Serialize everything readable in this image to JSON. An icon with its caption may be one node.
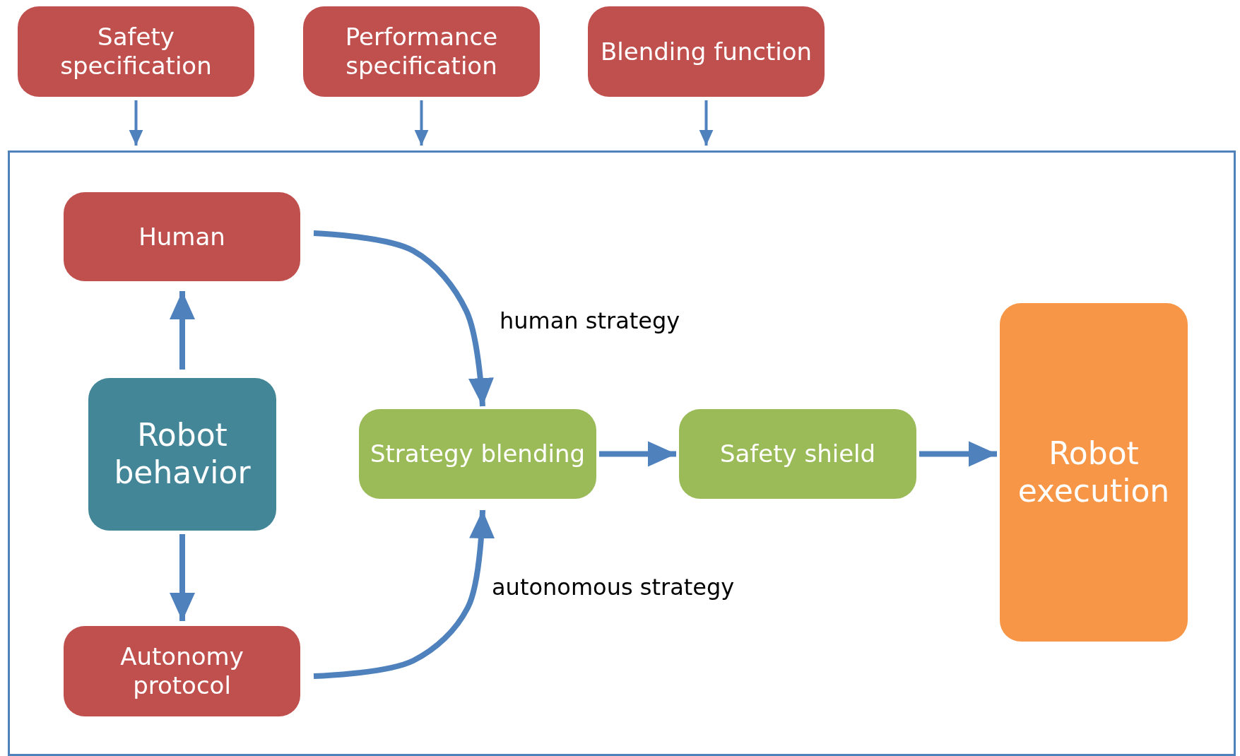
{
  "diagram": {
    "nodes": [
      {
        "text": [
          "Safety specification"
        ]
      },
      {
        "text": [
          "Performance specification"
        ]
      },
      {
        "text": [
          "Blending function"
        ]
      },
      {
        "text": [],
        "shape": "box"
      },
      {
        "text": [
          "Human"
        ],
        "in": 3
      },
      {
        "text": [
          "Robot behavior"
        ],
        "in": 3
      },
      {
        "text": [
          "Autonomy protocol"
        ],
        "in": 3
      },
      {
        "text": [
          "Strategy blending"
        ],
        "in": 3
      },
      {
        "text": [
          "Safety shield"
        ],
        "in": 3
      },
      {
        "text": [
          "Robot execution"
        ],
        "in": 3
      }
    ],
    "edges": [
      {
        "from": 0,
        "to": 3,
        "arrow": "to"
      },
      {
        "from": 1,
        "to": 3,
        "arrow": "to"
      },
      {
        "from": 2,
        "to": 3,
        "arrow": "to"
      },
      {
        "from": 5,
        "to": 4,
        "arrow": "to"
      },
      {
        "from": 5,
        "to": 6,
        "arrow": "to"
      },
      {
        "from": 4,
        "to": 7,
        "arrow": "to",
        "label": "human strategy"
      },
      {
        "from": 6,
        "to": 7,
        "arrow": "to",
        "label": "autonomous strategy"
      },
      {
        "from": 7,
        "to": 8,
        "arrow": "to"
      },
      {
        "from": 8,
        "to": 9,
        "arrow": "to"
      }
    ]
  }
}
